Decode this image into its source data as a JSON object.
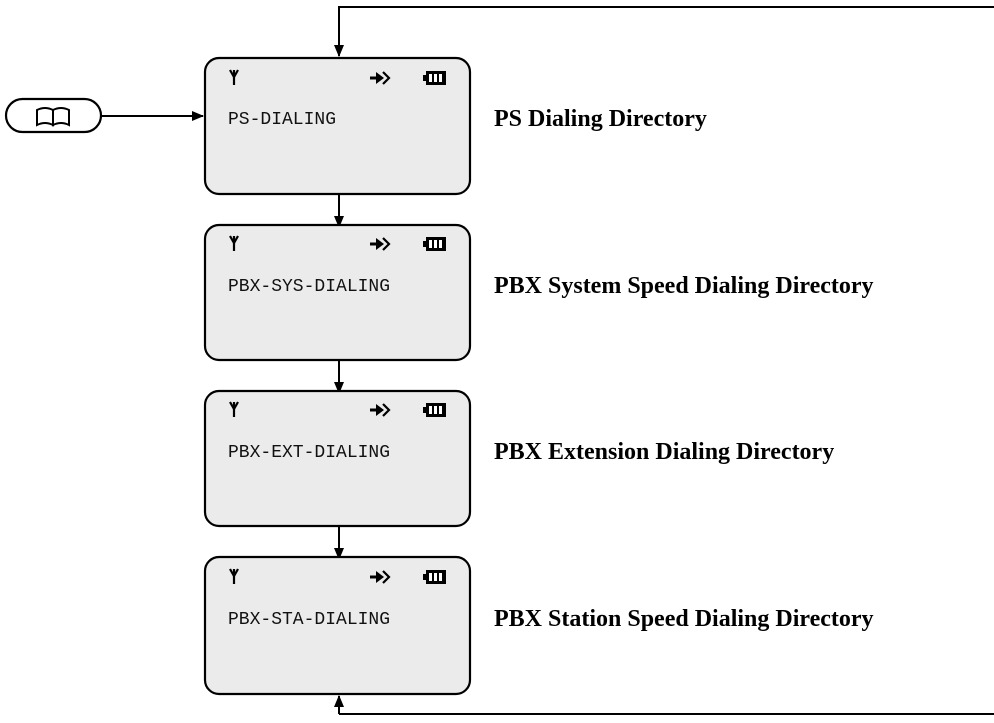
{
  "directory_button": {
    "icon": "open-book-icon"
  },
  "screens": [
    {
      "display_text": "PS-DIALING",
      "label": "PS Dialing Directory"
    },
    {
      "display_text": "PBX-SYS-DIALING",
      "label": "PBX System Speed Dialing Directory"
    },
    {
      "display_text": "PBX-EXT-DIALING",
      "label": "PBX Extension Dialing Directory"
    },
    {
      "display_text": "PBX-STA-DIALING",
      "label": "PBX Station Speed Dialing Directory"
    }
  ],
  "status_icons": [
    "antenna-icon",
    "arrow-right-icon",
    "battery-icon"
  ],
  "colors": {
    "screen_fill": "#ebebeb",
    "line": "#000000"
  }
}
